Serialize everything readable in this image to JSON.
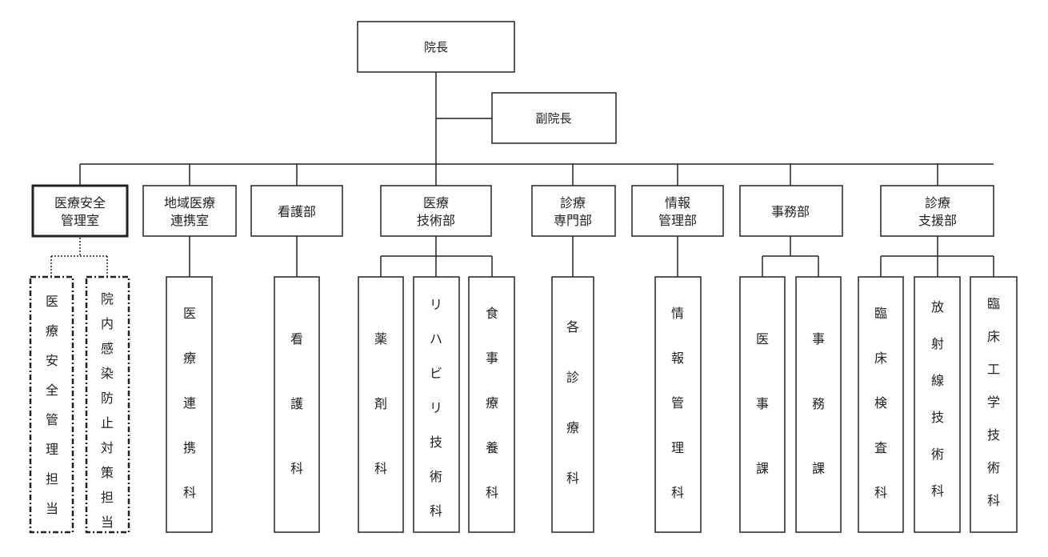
{
  "top": {
    "director": "院長",
    "vice_director": "副院長"
  },
  "departments": [
    {
      "id": "safety",
      "label": [
        "医療安全",
        "管理室"
      ],
      "units": [],
      "staff_roles": [
        "医療安全管理担当",
        "院内感染防止対策担当"
      ]
    },
    {
      "id": "regional",
      "label": [
        "地域医療",
        "連携室"
      ],
      "units": [
        "医療連携科"
      ]
    },
    {
      "id": "nursing",
      "label": [
        "看護部"
      ],
      "units": [
        "看護科"
      ]
    },
    {
      "id": "medtech",
      "label": [
        "医療",
        "技術部"
      ],
      "units": [
        "薬剤科",
        "リハビリ技術科",
        "食事療養科"
      ]
    },
    {
      "id": "clinical",
      "label": [
        "診療",
        "専門部"
      ],
      "units": [
        "各診療科"
      ]
    },
    {
      "id": "info",
      "label": [
        "情報",
        "管理部"
      ],
      "units": [
        "情報管理科"
      ]
    },
    {
      "id": "admin",
      "label": [
        "事務部"
      ],
      "units": [
        "医事課",
        "事務課"
      ]
    },
    {
      "id": "support",
      "label": [
        "診療",
        "支援部"
      ],
      "units": [
        "臨床検査科",
        "放射線技術科",
        "臨床工学技術科"
      ]
    }
  ]
}
